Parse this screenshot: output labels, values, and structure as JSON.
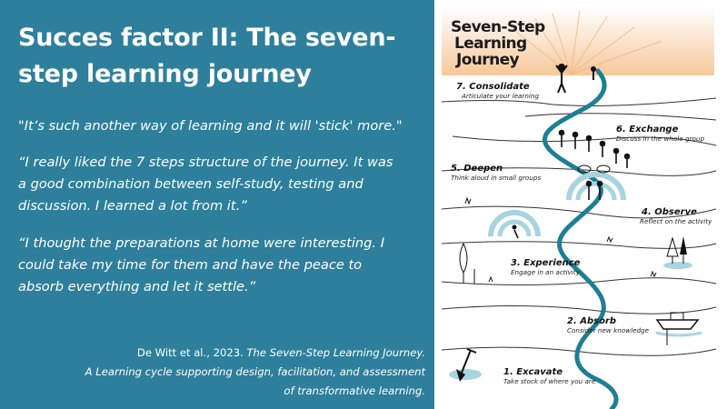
{
  "slide": {
    "title": "Succes factor II: The seven-step learning journey",
    "title_line1": "Succes factor II: The seven-",
    "title_line2": "step learning journey",
    "quotes": [
      {
        "lines": [
          "\"It’s such another way of learning and it will 'stick' more.\""
        ]
      },
      {
        "lines": [
          "“I really liked the 7 steps structure of the journey. It was",
          "a good combination between self-study, testing and",
          "discussion. I learned a lot from it.”"
        ]
      },
      {
        "lines": [
          "“I thought the preparations at home were interesting. I",
          "could take my time for them and have the peace to",
          "absorb everything and let it settle.”"
        ]
      }
    ],
    "citation": {
      "authors": "De Witt et al., 2023.",
      "title": "The Seven-Step Learning Journey.",
      "line2": "A Learning cycle supporting design, facilitation, and assessment",
      "line3": "of transformative learning."
    }
  },
  "poster": {
    "title_lines": [
      "Seven-Step",
      "Learning",
      "Journey"
    ],
    "steps": [
      {
        "title": "7. Consolidate",
        "subtitle": "Articulate your learning"
      },
      {
        "title": "6. Exchange",
        "subtitle": "Discuss in the whole group"
      },
      {
        "title": "5. Deepen",
        "subtitle": "Think aloud in small groups"
      },
      {
        "title": "4. Observe",
        "subtitle": "Reflect on the activity"
      },
      {
        "title": "3. Experience",
        "subtitle": "Engage in an activity"
      },
      {
        "title": "2. Absorb",
        "subtitle": "Consider new knowledge"
      },
      {
        "title": "1. Excavate",
        "subtitle": "Take stock of where you are"
      }
    ],
    "colors": {
      "path": "#1d7f94",
      "sunrise": "#f6c89a",
      "water": "#a9d3df"
    }
  }
}
